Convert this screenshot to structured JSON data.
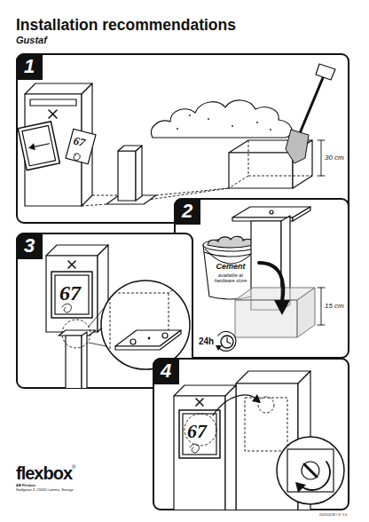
{
  "diagram": {
    "title": "Installation recommendations",
    "nodes": [
      {
        "text": [
          "1"
        ]
      },
      {
        "text": [
          "2"
        ]
      },
      {
        "text": [
          "Cement",
          "available at hardware store"
        ],
        "in": 1
      },
      {
        "text": [
          "3"
        ]
      },
      {
        "text": [
          "4"
        ]
      }
    ],
    "labels": [
      "Gustaf",
      "30 cm",
      "67",
      "15 cm",
      "24h",
      "67",
      "67",
      "flexbox",
      "®",
      "AB Flexbox",
      "Stallgatan 3, 23435 Lomma, Sverige",
      "20210128 / V. 1.0"
    ]
  }
}
